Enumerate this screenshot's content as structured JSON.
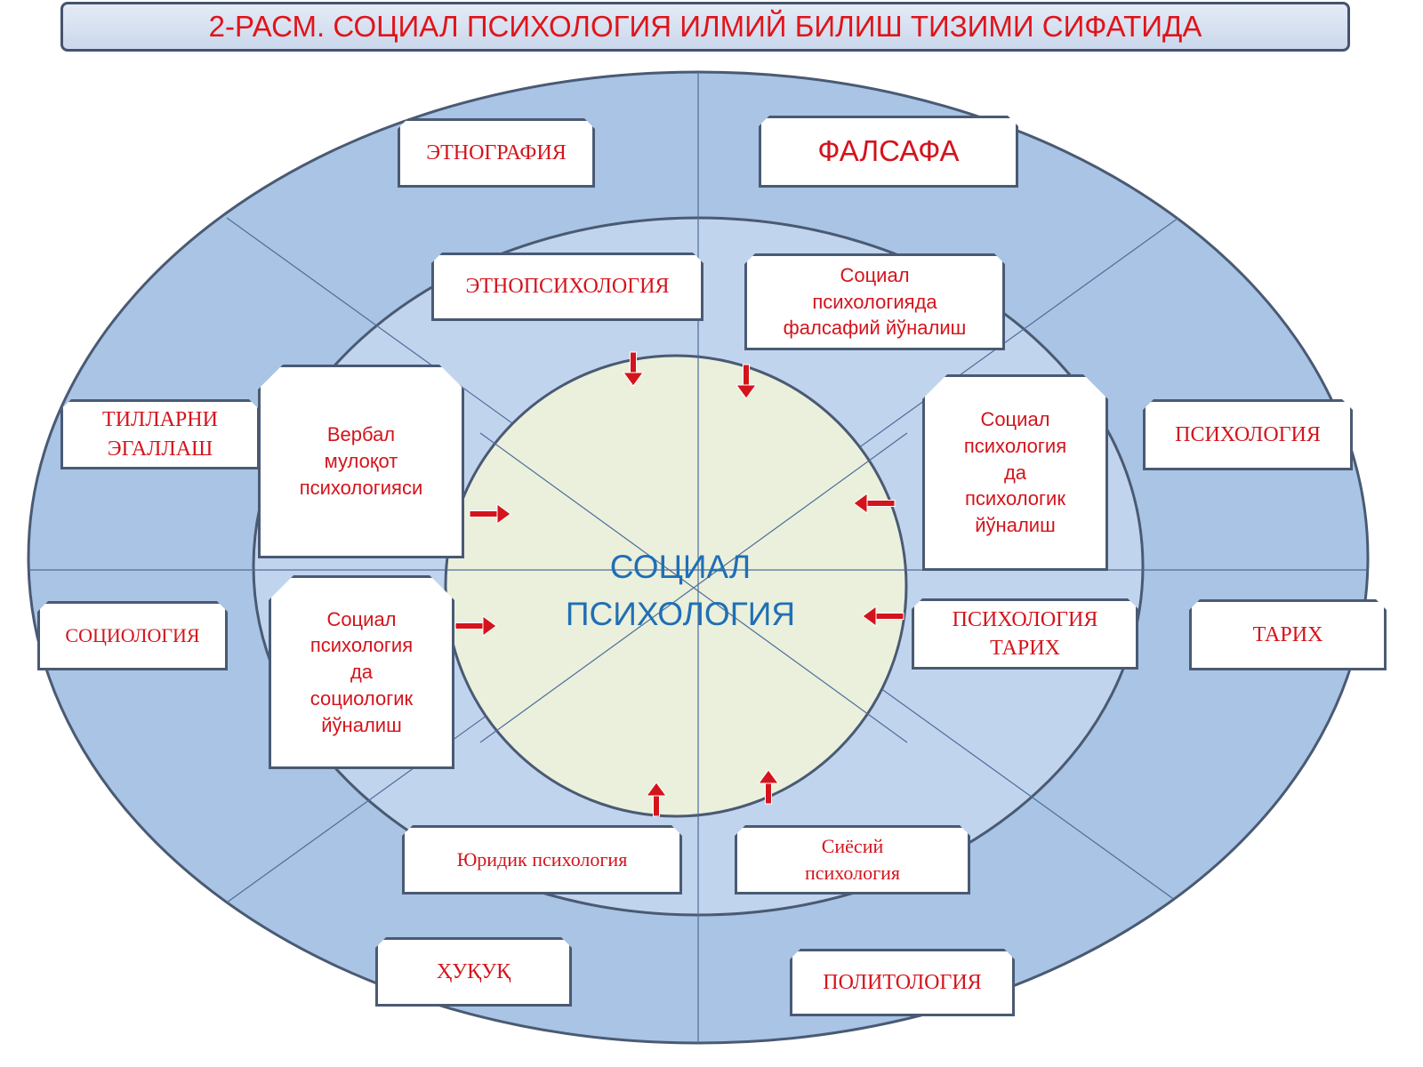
{
  "title": "2-РАСМ. СОЦИАЛ ПСИХОЛОГИЯ ИЛМИЙ БИЛИШ ТИЗИМИ СИФАТИДА",
  "center": {
    "label": "СОЦИАЛ\nПСИХОЛОГИЯ"
  },
  "colors": {
    "outer_fill": "#a9c4e4",
    "middle_fill": "#c1d4ee",
    "inner_fill": "#eaf0dc",
    "outline": "#4a5a73",
    "text_red": "#d4141c",
    "center_text": "#1f6fb5",
    "arrow": "#d4141c"
  },
  "outer_ring": [
    {
      "id": "ethnography",
      "label": "ЭТНОГРАФИЯ"
    },
    {
      "id": "philosophy",
      "label": "ФАЛСАФА"
    },
    {
      "id": "languages",
      "label": "ТИЛЛАРНИ\nЭГАЛЛАШ"
    },
    {
      "id": "psychology",
      "label": "ПСИХОЛОГИЯ"
    },
    {
      "id": "sociology",
      "label": "СОЦИОЛОГИЯ"
    },
    {
      "id": "history",
      "label": "ТАРИХ"
    },
    {
      "id": "law",
      "label": "ҲУҚУҚ"
    },
    {
      "id": "politology",
      "label": "ПОЛИТОЛОГИЯ"
    }
  ],
  "middle_ring": [
    {
      "id": "ethnopsychology",
      "label": "ЭТНОПСИХОЛОГИЯ"
    },
    {
      "id": "philosophical",
      "label": "Социал\nпсихологияда\nфалсафий йўналиш"
    },
    {
      "id": "verbal",
      "label": "Вербал\nмулоқот\nпсихологияси"
    },
    {
      "id": "psychological",
      "label": "Социал\nпсихология\nда\nпсихологик\nйўналиш"
    },
    {
      "id": "sociological",
      "label": "Социал\nпсихология\nда\nсоциологик\nйўналиш"
    },
    {
      "id": "psych-history",
      "label": "ПСИХОЛОГИЯ\nТАРИХ"
    },
    {
      "id": "legal-psych",
      "label": "Юридик психология"
    },
    {
      "id": "political-psych",
      "label": "Сиёсий\nпсихология"
    }
  ]
}
